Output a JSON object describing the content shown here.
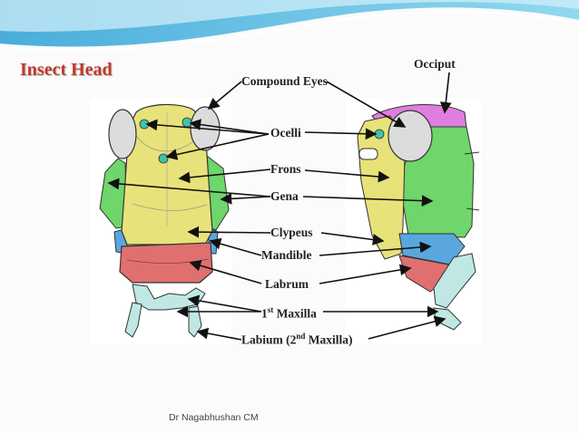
{
  "slide": {
    "title": "Insect Head",
    "footer": "Dr Nagabhushan CM"
  },
  "labels": {
    "compound_eyes": "Compound Eyes",
    "occiput": "Occiput",
    "ocelli": "Ocelli",
    "frons": "Frons",
    "gena": "Gena",
    "clypeus": "Clypeus",
    "mandible": "Mandible",
    "labrum": "Labrum",
    "maxilla_1_pre": "1",
    "maxilla_1_sup": "st",
    "maxilla_1_post": " Maxilla",
    "labium_pre": "Labium (2",
    "labium_sup": "nd",
    "labium_post": " Maxilla)"
  },
  "colors": {
    "title": "#c0392b",
    "yellow": "#e8e27a",
    "green": "#6ed66a",
    "red": "#e07070",
    "blue": "#5aa7e0",
    "magenta": "#e07ee0",
    "cyan": "#bfe8e4",
    "eye": "#dcdcdc",
    "ocellus": "#3fc4a8"
  }
}
